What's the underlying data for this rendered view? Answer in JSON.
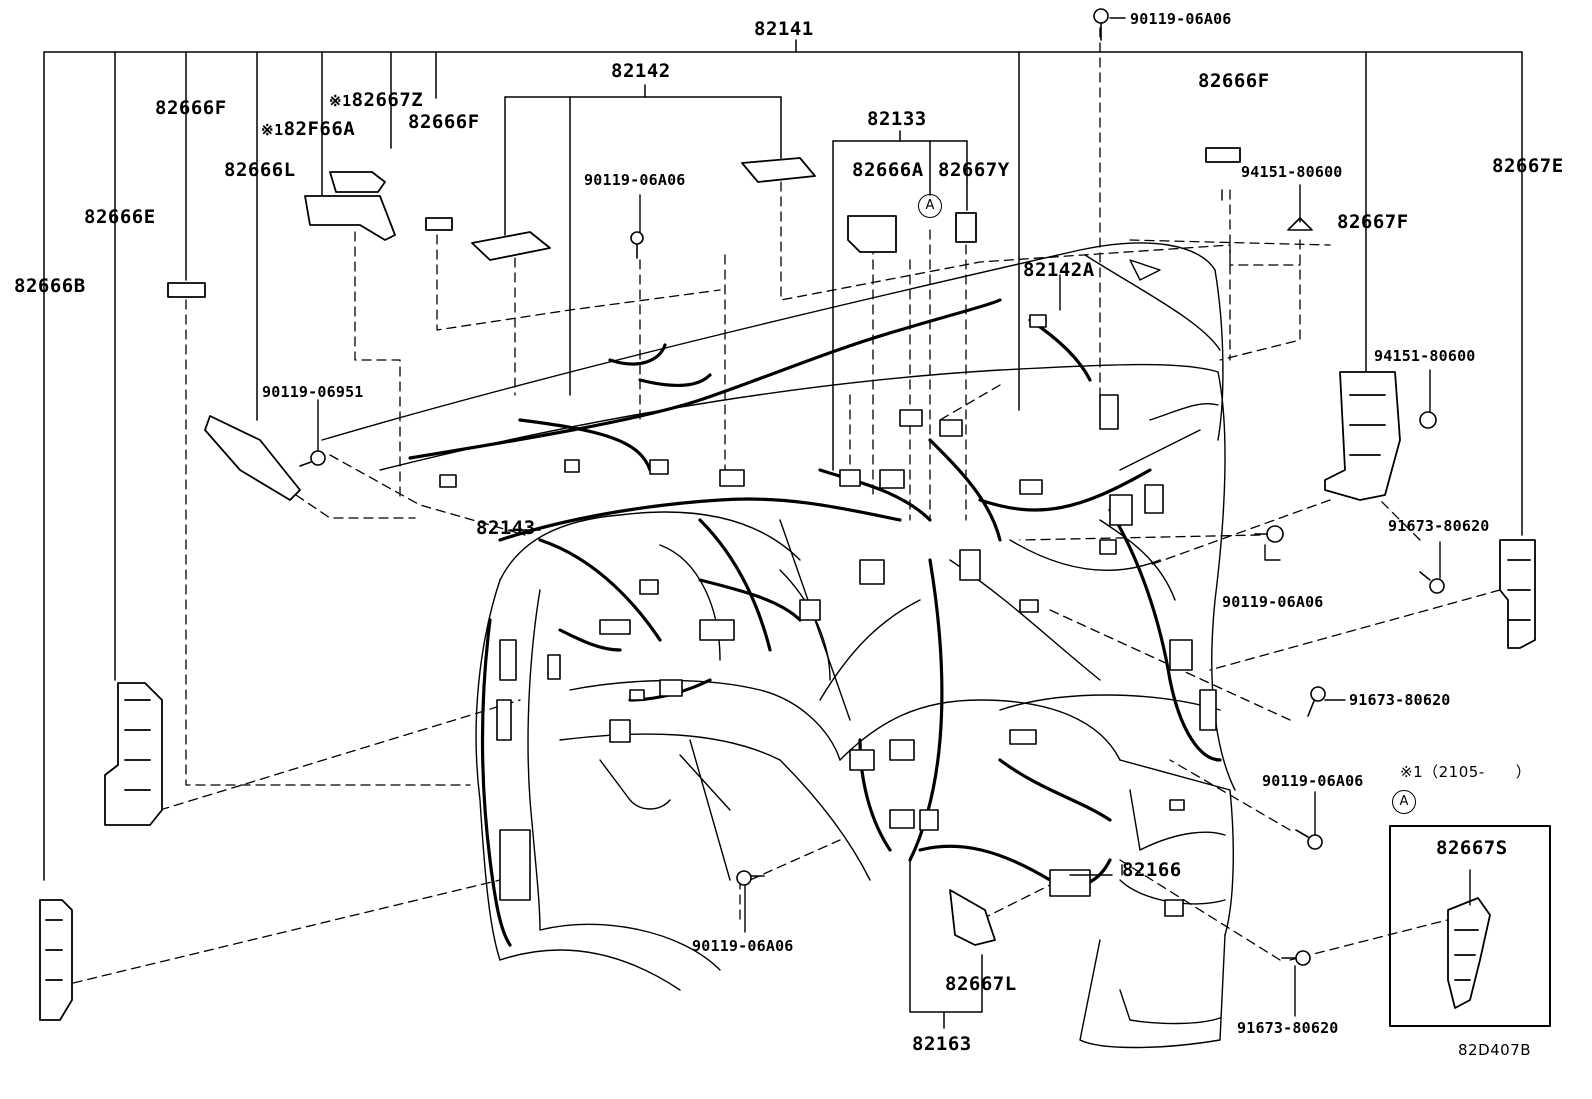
{
  "parts": {
    "p82141": "82141",
    "p82142": "82142",
    "p82142a": "82142A",
    "p82133": "82133",
    "p82143": "82143",
    "p82166": "82166",
    "p82163": "82163",
    "p82666f_left": "82666F",
    "p82666f_mid": "82666F",
    "p82666f_right": "82666F",
    "p82667z": "82667Z",
    "p82f66a": "82F66A",
    "p82666l": "82666L",
    "p82666e": "82666E",
    "p82666b": "82666B",
    "p82666a": "82666A",
    "p82667y": "82667Y",
    "p82667e": "82667E",
    "p82667f": "82667F",
    "p82667l": "82667L",
    "p82667s": "82667S"
  },
  "fasteners": {
    "f90119_06a06_top": "90119-06A06",
    "f90119_06a06_upper": "90119-06A06",
    "f90119_06a06_right": "90119-06A06",
    "f90119_06a06_lower_right": "90119-06A06",
    "f90119_06a06_bottom": "90119-06A06",
    "f90119_06951": "90119-06951",
    "f94151_80600_a": "94151-80600",
    "f94151_80600_b": "94151-80600",
    "f91673_80620_a": "91673-80620",
    "f91673_80620_b": "91673-80620",
    "f91673_80620_c": "91673-80620"
  },
  "notes": {
    "mark_z": "※1",
    "mark_a": "※1",
    "inset_note": "※1（2105-　　）",
    "circle_a_main": "A",
    "circle_a_inset": "A"
  },
  "drawing_code": "82D407B"
}
